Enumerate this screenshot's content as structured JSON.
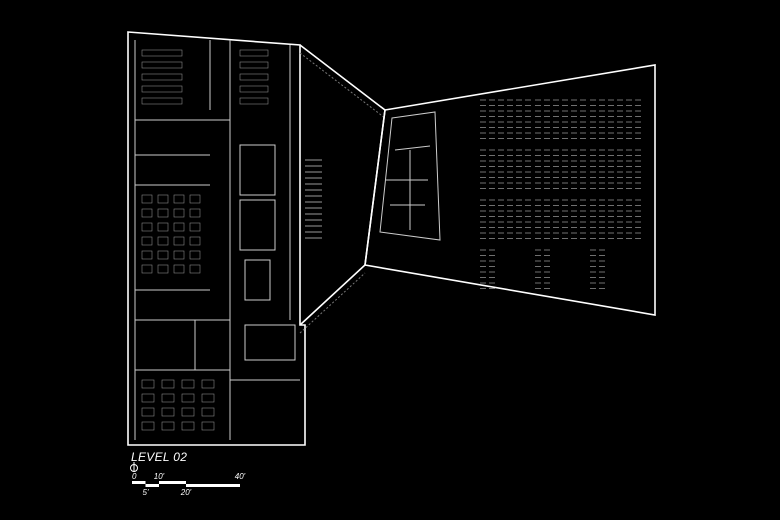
{
  "drawing": {
    "level_label": "LEVEL 02",
    "north_arrow_icon": "north-arrow-icon",
    "line_color": "#ffffff",
    "background_color": "#000000"
  },
  "scale_bar": {
    "marks": [
      {
        "value": 0,
        "label": "0"
      },
      {
        "value": 5,
        "label": "5'"
      },
      {
        "value": 10,
        "label": "10'"
      },
      {
        "value": 20,
        "label": "20'"
      },
      {
        "value": 40,
        "label": "40'"
      }
    ],
    "unit": "feet"
  }
}
